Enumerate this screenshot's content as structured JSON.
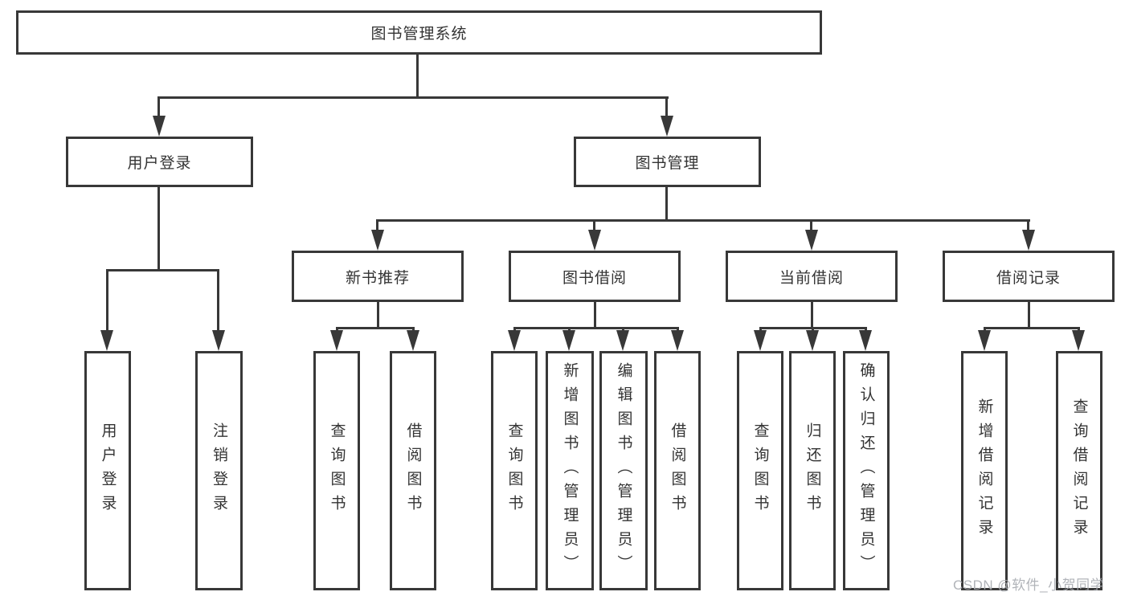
{
  "tree": {
    "root": {
      "label": "图书管理系统"
    },
    "level2": [
      {
        "label": "用户登录",
        "children": [
          {
            "label": "用户登录"
          },
          {
            "label": "注销登录"
          }
        ]
      },
      {
        "label": "图书管理",
        "children": [
          {
            "label": "新书推荐",
            "children": [
              {
                "label": "查询图书"
              },
              {
                "label": "借阅图书"
              }
            ]
          },
          {
            "label": "图书借阅",
            "children": [
              {
                "label": "查询图书"
              },
              {
                "label": "新增图书（管理员）"
              },
              {
                "label": "编辑图书（管理员）"
              },
              {
                "label": "借阅图书"
              }
            ]
          },
          {
            "label": "当前借阅",
            "children": [
              {
                "label": "查询图书"
              },
              {
                "label": "归还图书"
              },
              {
                "label": "确认归还（管理员）"
              }
            ]
          },
          {
            "label": "借阅记录",
            "children": [
              {
                "label": "新增借阅记录"
              },
              {
                "label": "查询借阅记录"
              }
            ]
          }
        ]
      }
    ]
  },
  "watermark": {
    "text": "CSDN @软件_小贺同学"
  },
  "colors": {
    "line": "#383838",
    "text": "#333333",
    "background": "#ffffff",
    "watermark": "#a8acb1"
  }
}
